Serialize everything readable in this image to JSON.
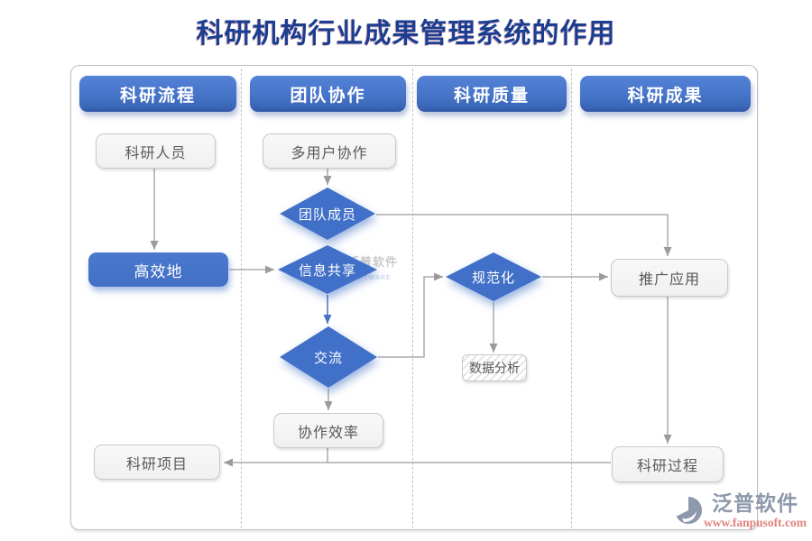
{
  "title": "科研机构行业成果管理系统的作用",
  "columns": [
    {
      "id": "process",
      "label": "科研流程"
    },
    {
      "id": "teamwork",
      "label": "团队协作"
    },
    {
      "id": "quality",
      "label": "科研质量"
    },
    {
      "id": "achievements",
      "label": "科研成果"
    }
  ],
  "nodes": {
    "researcher": {
      "label": "科研人员",
      "shape": "rounded-box",
      "style": "gray",
      "column": "科研流程"
    },
    "efficiently": {
      "label": "高效地",
      "shape": "rounded-box",
      "style": "blue",
      "column": "科研流程"
    },
    "research_project": {
      "label": "科研项目",
      "shape": "rounded-box",
      "style": "gray",
      "column": "科研流程"
    },
    "multi_user": {
      "label": "多用户协作",
      "shape": "rounded-box",
      "style": "gray",
      "column": "团队协作"
    },
    "team_members": {
      "label": "团队成员",
      "shape": "diamond",
      "style": "blue",
      "column": "团队协作"
    },
    "info_sharing": {
      "label": "信息共享",
      "shape": "diamond",
      "style": "blue",
      "column": "团队协作"
    },
    "communication": {
      "label": "交流",
      "shape": "diamond",
      "style": "blue",
      "column": "团队协作"
    },
    "collab_efficiency": {
      "label": "协作效率",
      "shape": "rounded-box",
      "style": "gray",
      "column": "团队协作"
    },
    "standardization": {
      "label": "规范化",
      "shape": "diamond",
      "style": "blue",
      "column": "科研质量"
    },
    "data_analysis": {
      "label": "数据分析",
      "shape": "rounded-box",
      "style": "hatched",
      "column": "科研质量"
    },
    "promotion": {
      "label": "推广应用",
      "shape": "rounded-box",
      "style": "gray",
      "column": "科研成果"
    },
    "research_process": {
      "label": "科研过程",
      "shape": "rounded-box",
      "style": "gray",
      "column": "科研成果"
    }
  },
  "edges": [
    {
      "from": "科研人员",
      "to": "高效地",
      "color": "gray"
    },
    {
      "from": "多用户协作",
      "to": "团队成员",
      "color": "gray"
    },
    {
      "from": "团队成员",
      "to": "推广应用",
      "color": "gray"
    },
    {
      "from": "高效地",
      "to": "信息共享",
      "color": "gray"
    },
    {
      "from": "信息共享",
      "to": "交流",
      "color": "blue"
    },
    {
      "from": "交流",
      "to": "规范化",
      "color": "gray"
    },
    {
      "from": "交流",
      "to": "协作效率",
      "color": "gray"
    },
    {
      "from": "规范化",
      "to": "数据分析",
      "color": "gray"
    },
    {
      "from": "规范化",
      "to": "推广应用",
      "color": "gray"
    },
    {
      "from": "推广应用",
      "to": "科研过程",
      "color": "gray"
    },
    {
      "from": "科研过程",
      "to": "科研项目",
      "color": "gray"
    },
    {
      "from": "协作效率",
      "to": "科研项目",
      "color": "gray"
    }
  ],
  "watermark_corner": {
    "brand": "泛普软件",
    "url": "www.fanpusoft.com"
  },
  "watermark_center": {
    "brand": "泛普软件",
    "sub": "FANPU SOFTWARE"
  },
  "colors": {
    "accent_blue": "#4472c4",
    "header_blue": "#4473c7",
    "box_gray_bg": "#f4f4f4",
    "box_border": "#c9c9c9",
    "arrow_gray": "#a0a0a0",
    "title_blue": "#1c3e90",
    "watermark_gray": "#8d98ab",
    "watermark_red": "#e0827c"
  }
}
